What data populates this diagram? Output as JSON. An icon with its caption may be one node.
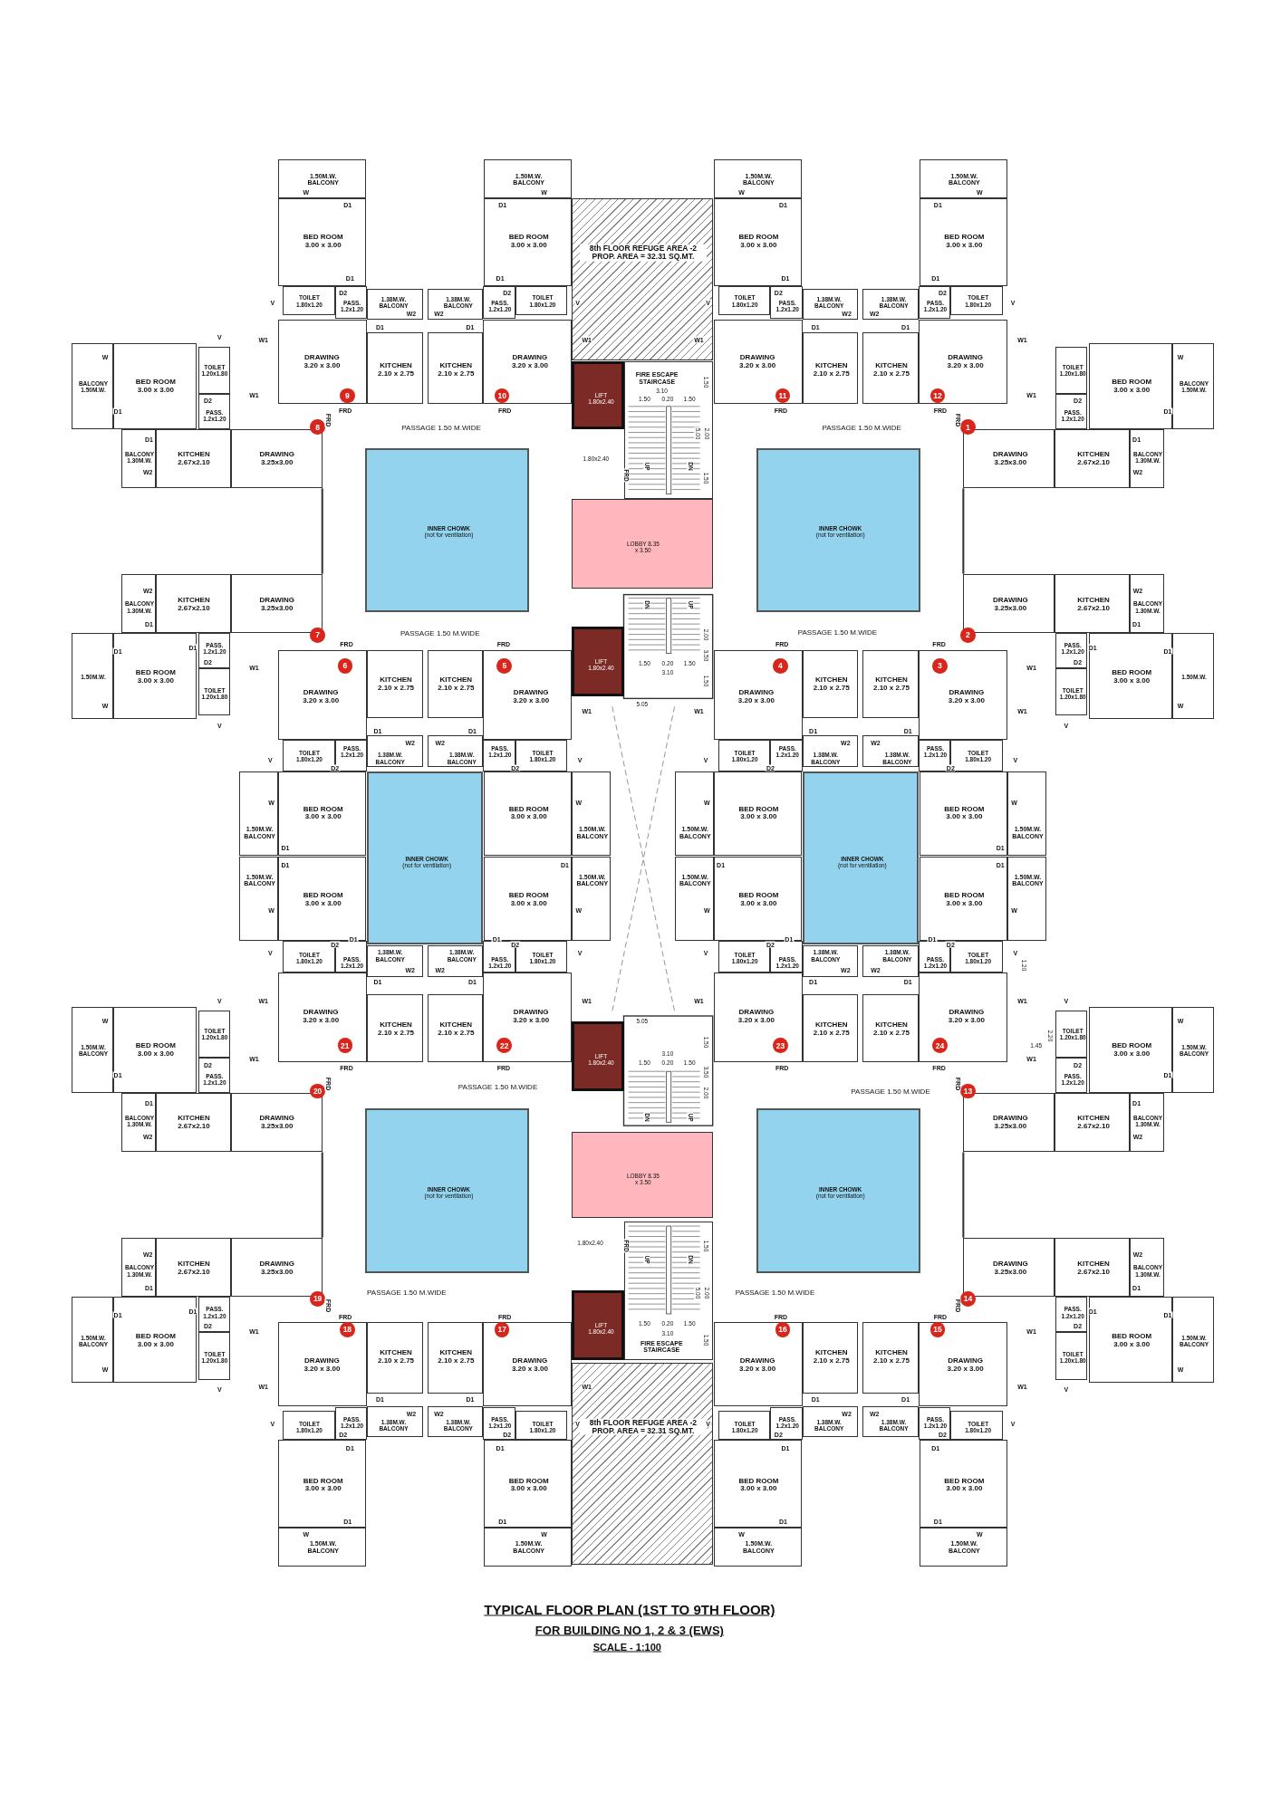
{
  "diagram": {
    "title": "TYPICAL FLOOR PLAN (1ST TO 9TH FLOOR)",
    "nodes": [
      {
        "text": [
          "BALCONY 1.50M.W."
        ]
      },
      {
        "text": [
          "BED ROOM 3.00 x 3.00"
        ]
      },
      {
        "text": [
          "TOILET 1.20x1.80"
        ]
      },
      {
        "text": [
          "PASS. 1.2x1.20"
        ]
      },
      {
        "text": [
          "BALCONY 1.30M.W."
        ]
      },
      {
        "text": [
          "DRAWING 3.25x3.00"
        ]
      },
      {
        "text": [
          "KITCHEN 2.67x2.10"
        ]
      },
      {
        "text": [
          "1"
        ]
      },
      {
        "text": [
          "1.50M.W."
        ]
      },
      {
        "text": [
          "BED ROOM 3.00 x 3.00"
        ]
      },
      {
        "text": [
          "TOILET 1.20x1.80"
        ]
      },
      {
        "text": [
          "PASS. 1.2x1.20"
        ]
      },
      {
        "text": [
          "BALCONY 1.30M.W."
        ]
      },
      {
        "text": [
          "DRAWING 3.25x3.00"
        ]
      },
      {
        "text": [
          "KITCHEN 2.67x2.10"
        ]
      },
      {
        "text": [
          "2"
        ]
      },
      {
        "text": [
          "1.50M.W. BALCONY"
        ]
      },
      {
        "text": [
          "BED ROOM 3.00 x 3.00"
        ]
      },
      {
        "text": [
          "TOILET 1.80x1.20"
        ]
      },
      {
        "text": [
          "PASS. 1.2x1.20"
        ]
      },
      {
        "text": [
          "1.38M.W. BALCONY"
        ]
      },
      {
        "text": [
          "DRAWING 3.20 x 3.00"
        ]
      },
      {
        "text": [
          "KITCHEN 2.10 x 2.75"
        ]
      },
      {
        "text": [
          "3"
        ],
        "in": 21
      },
      {
        "text": [
          "1.50M.W. BALCONY"
        ]
      },
      {
        "text": [
          "BED ROOM 3.00 x 3.00"
        ]
      },
      {
        "text": [
          "TOILET 1.80x1.20"
        ]
      },
      {
        "text": [
          "PASS. 1.2x1.20"
        ]
      },
      {
        "text": [
          "1.38M.W. BALCONY"
        ]
      },
      {
        "text": [
          "DRAWING 3.20 x 3.00"
        ]
      },
      {
        "text": [
          "KITCHEN 2.10 x 2.75"
        ]
      },
      {
        "text": [
          "4"
        ],
        "in": 29
      },
      {
        "text": [
          "1.50M.W. BALCONY"
        ]
      },
      {
        "text": [
          "BED ROOM 3.00 x 3.00"
        ]
      },
      {
        "text": [
          "TOILET 1.80x1.20"
        ]
      },
      {
        "text": [
          "PASS. 1.2x1.20"
        ]
      },
      {
        "text": [
          "1.38M.W. BALCONY"
        ]
      },
      {
        "text": [
          "DRAWING 3.20 x 3.00"
        ]
      },
      {
        "text": [
          "KITCHEN 2.10 x 2.75"
        ]
      },
      {
        "text": [
          "5"
        ],
        "in": 37
      },
      {
        "text": [
          "1.50M.W. BALCONY"
        ]
      },
      {
        "text": [
          "BED ROOM 3.00 x 3.00"
        ]
      },
      {
        "text": [
          "TOILET 1.80x1.20"
        ]
      },
      {
        "text": [
          "PASS. 1.2x1.20"
        ]
      },
      {
        "text": [
          "1.38M.W. BALCONY"
        ]
      },
      {
        "text": [
          "DRAWING 3.20 x 3.00"
        ]
      },
      {
        "text": [
          "KITCHEN 2.10 x 2.75"
        ]
      },
      {
        "text": [
          "6"
        ],
        "in": 45
      },
      {
        "text": [
          "1.50M.W."
        ]
      },
      {
        "text": [
          "BED ROOM 3.00 x 3.00"
        ]
      },
      {
        "text": [
          "TOILET 1.20x1.80"
        ]
      },
      {
        "text": [
          "PASS. 1.2x1.20"
        ]
      },
      {
        "text": [
          "BALCONY 1.30M.W."
        ]
      },
      {
        "text": [
          "DRAWING 3.25x3.00"
        ]
      },
      {
        "text": [
          "KITCHEN 2.67x2.10"
        ]
      },
      {
        "text": [
          "7"
        ]
      },
      {
        "text": [
          "BALCONY 1.50M.W."
        ]
      },
      {
        "text": [
          "BED ROOM 3.00 x 3.00"
        ]
      },
      {
        "text": [
          "TOILET 1.20x1.80"
        ]
      },
      {
        "text": [
          "PASS. 1.2x1.20"
        ]
      },
      {
        "text": [
          "BALCONY 1.30M.W."
        ]
      },
      {
        "text": [
          "DRAWING 3.25x3.00"
        ]
      },
      {
        "text": [
          "KITCHEN 2.67x2.10"
        ]
      },
      {
        "text": [
          "8"
        ]
      },
      {
        "text": [
          "1.50M.W. BALCONY"
        ]
      },
      {
        "text": [
          "BED ROOM 3.00 x 3.00"
        ]
      },
      {
        "text": [
          "TOILET 1.80x1.20"
        ]
      },
      {
        "text": [
          "PASS. 1.2x1.20"
        ]
      },
      {
        "text": [
          "1.38M.W. BALCONY"
        ]
      },
      {
        "text": [
          "DRAWING 3.20 x 3.00"
        ]
      },
      {
        "text": [
          "KITCHEN 2.10 x 2.75"
        ]
      },
      {
        "text": [
          "9"
        ],
        "in": 69
      },
      {
        "text": [
          "1.50M.W. BALCONY"
        ]
      },
      {
        "text": [
          "BED ROOM 3.00 x 3.00"
        ]
      },
      {
        "text": [
          "TOILET 1.80x1.20"
        ]
      },
      {
        "text": [
          "PASS. 1.2x1.20"
        ]
      },
      {
        "text": [
          "1.38M.W. BALCONY"
        ]
      },
      {
        "text": [
          "DRAWING 3.20 x 3.00"
        ]
      },
      {
        "text": [
          "KITCHEN 2.10 x 2.75"
        ]
      },
      {
        "text": [
          "10"
        ],
        "in": 77
      },
      {
        "text": [
          "1.50M.W. BALCONY"
        ]
      },
      {
        "text": [
          "BED ROOM 3.00 x 3.00"
        ]
      },
      {
        "text": [
          "TOILET 1.80x1.20"
        ]
      },
      {
        "text": [
          "PASS. 1.2x1.20"
        ]
      },
      {
        "text": [
          "1.38M.W. BALCONY"
        ]
      },
      {
        "text": [
          "DRAWING 3.20 x 3.00"
        ]
      },
      {
        "text": [
          "KITCHEN 2.10 x 2.75"
        ]
      },
      {
        "text": [
          "11"
        ],
        "in": 85
      },
      {
        "text": [
          "1.50M.W. BALCONY"
        ]
      },
      {
        "text": [
          "BED ROOM 3.00 x 3.00"
        ]
      },
      {
        "text": [
          "TOILET 1.80x1.20"
        ]
      },
      {
        "text": [
          "PASS. 1.2x1.20"
        ]
      },
      {
        "text": [
          "1.38M.W. BALCONY"
        ]
      },
      {
        "text": [
          "DRAWING 3.20 x 3.00"
        ]
      },
      {
        "text": [
          "KITCHEN 2.10 x 2.75"
        ]
      },
      {
        "text": [
          "12"
        ],
        "in": 93
      },
      {
        "text": [
          "1.50M.W. BALCONY"
        ]
      },
      {
        "text": [
          "BED ROOM 3.00 x 3.00"
        ]
      },
      {
        "text": [
          "TOILET 1.20x1.80"
        ]
      },
      {
        "text": [
          "PASS. 1.2x1.20"
        ]
      },
      {
        "text": [
          "BALCONY 1.30M.W."
        ]
      },
      {
        "text": [
          "DRAWING 3.25x3.00"
        ]
      },
      {
        "text": [
          "KITCHEN 2.67x2.10"
        ]
      },
      {
        "text": [
          "13"
        ]
      },
      {
        "text": [
          "1.50M.W. BALCONY"
        ]
      },
      {
        "text": [
          "BED ROOM 3.00 x 3.00"
        ]
      },
      {
        "text": [
          "TOILET 1.20x1.80"
        ]
      },
      {
        "text": [
          "PASS. 1.2x1.20"
        ]
      },
      {
        "text": [
          "BALCONY 1.30M.W."
        ]
      },
      {
        "text": [
          "DRAWING 3.25x3.00"
        ]
      },
      {
        "text": [
          "KITCHEN 2.67x2.10"
        ]
      },
      {
        "text": [
          "14"
        ]
      },
      {
        "text": [
          "1.50M.W. BALCONY"
        ]
      },
      {
        "text": [
          "BED ROOM 3.00 x 3.00"
        ]
      },
      {
        "text": [
          "TOILET 1.80x1.20"
        ]
      },
      {
        "text": [
          "PASS. 1.2x1.20"
        ]
      },
      {
        "text": [
          "1.38M.W. BALCONY"
        ]
      },
      {
        "text": [
          "DRAWING 3.20 x 3.00"
        ]
      },
      {
        "text": [
          "KITCHEN 2.10 x 2.75"
        ]
      },
      {
        "text": [
          "15"
        ],
        "in": 117
      },
      {
        "text": [
          "1.50M.W. BALCONY"
        ]
      },
      {
        "text": [
          "BED ROOM 3.00 x 3.00"
        ]
      },
      {
        "text": [
          "TOILET 1.80x1.20"
        ]
      },
      {
        "text": [
          "PASS. 1.2x1.20"
        ]
      },
      {
        "text": [
          "1.38M.W. BALCONY"
        ]
      },
      {
        "text": [
          "DRAWING 3.20 x 3.00"
        ]
      },
      {
        "text": [
          "KITCHEN 2.10 x 2.75"
        ]
      },
      {
        "text": [
          "16"
        ],
        "in": 125
      },
      {
        "text": [
          "1.50M.W. BALCONY"
        ]
      },
      {
        "text": [
          "BED ROOM 3.00 x 3.00"
        ]
      },
      {
        "text": [
          "TOILET 1.80x1.20"
        ]
      },
      {
        "text": [
          "PASS. 1.2x1.20"
        ]
      },
      {
        "text": [
          "1.38M.W. BALCONY"
        ]
      },
      {
        "text": [
          "DRAWING 3.20 x 3.00"
        ]
      },
      {
        "text": [
          "KITCHEN 2.10 x 2.75"
        ]
      },
      {
        "text": [
          "17"
        ],
        "in": 133
      },
      {
        "text": [
          "1.50M.W. BALCONY"
        ]
      },
      {
        "text": [
          "BED ROOM 3.00 x 3.00"
        ]
      },
      {
        "text": [
          "TOILET 1.80x1.20"
        ]
      },
      {
        "text": [
          "PASS. 1.2x1.20"
        ]
      },
      {
        "text": [
          "1.38M.W. BALCONY"
        ]
      },
      {
        "text": [
          "DRAWING 3.20 x 3.00"
        ]
      },
      {
        "text": [
          "KITCHEN 2.10 x 2.75"
        ]
      },
      {
        "text": [
          "18"
        ],
        "in": 141
      },
      {
        "text": [
          "1.50M.W. BALCONY"
        ]
      },
      {
        "text": [
          "BED ROOM 3.00 x 3.00"
        ]
      },
      {
        "text": [
          "TOILET 1.20x1.80"
        ]
      },
      {
        "text": [
          "PASS. 1.2x1.20"
        ]
      },
      {
        "text": [
          "BALCONY 1.30M.W."
        ]
      },
      {
        "text": [
          "DRAWING 3.25x3.00"
        ]
      },
      {
        "text": [
          "KITCHEN 2.67x2.10"
        ]
      },
      {
        "text": [
          "19"
        ]
      },
      {
        "text": [
          "1.50M.W. BALCONY"
        ]
      },
      {
        "text": [
          "BED ROOM 3.00 x 3.00"
        ]
      },
      {
        "text": [
          "TOILET 1.20x1.80"
        ]
      },
      {
        "text": [
          "PASS. 1.2x1.20"
        ]
      },
      {
        "text": [
          "BALCONY 1.30M.W."
        ]
      },
      {
        "text": [
          "DRAWING 3.25x3.00"
        ]
      },
      {
        "text": [
          "KITCHEN 2.67x2.10"
        ]
      },
      {
        "text": [
          "20"
        ]
      },
      {
        "text": [
          "1.50M.W. BALCONY"
        ]
      },
      {
        "text": [
          "BED ROOM 3.00 x 3.00"
        ]
      },
      {
        "text": [
          "TOILET 1.80x1.20"
        ]
      },
      {
        "text": [
          "PASS. 1.2x1.20"
        ]
      },
      {
        "text": [
          "1.38M.W. BALCONY"
        ]
      },
      {
        "text": [
          "DRAWING 3.20 x 3.00"
        ]
      },
      {
        "text": [
          "KITCHEN 2.10 x 2.75"
        ]
      },
      {
        "text": [
          "21"
        ],
        "in": 165
      },
      {
        "text": [
          "1.50M.W. BALCONY"
        ]
      },
      {
        "text": [
          "BED ROOM 3.00 x 3.00"
        ]
      },
      {
        "text": [
          "TOILET 1.80x1.20"
        ]
      },
      {
        "text": [
          "PASS. 1.2x1.20"
        ]
      },
      {
        "text": [
          "1.38M.W. BALCONY"
        ]
      },
      {
        "text": [
          "DRAWING 3.20 x 3.00"
        ]
      },
      {
        "text": [
          "KITCHEN 2.10 x 2.75"
        ]
      },
      {
        "text": [
          "22"
        ],
        "in": 173
      },
      {
        "text": [
          "1.50M.W. BALCONY"
        ]
      },
      {
        "text": [
          "BED ROOM 3.00 x 3.00"
        ]
      },
      {
        "text": [
          "TOILET 1.80x1.20"
        ]
      },
      {
        "text": [
          "PASS. 1.2x1.20"
        ]
      },
      {
        "text": [
          "1.38M.W. BALCONY"
        ]
      },
      {
        "text": [
          "DRAWING 3.20 x 3.00"
        ]
      },
      {
        "text": [
          "KITCHEN 2.10 x 2.75"
        ]
      },
      {
        "text": [
          "23"
        ],
        "in": 181
      },
      {
        "text": [
          "1.50M.W. BALCONY"
        ]
      },
      {
        "text": [
          "BED ROOM 3.00 x 3.00"
        ]
      },
      {
        "text": [
          "TOILET 1.80x1.20"
        ]
      },
      {
        "text": [
          "PASS. 1.2x1.20"
        ]
      },
      {
        "text": [
          "1.38M.W. BALCONY"
        ]
      },
      {
        "text": [
          "DRAWING 3.20 x 3.00"
        ]
      },
      {
        "text": [
          "KITCHEN 2.10 x 2.75"
        ]
      },
      {
        "text": [
          "24"
        ],
        "in": 189
      },
      {
        "text": [
          "8th FLOOR REFUGE AREA -2 PROP. AREA = 32.31 SQ.MT."
        ]
      },
      {
        "text": [
          "LIFT 1.80x2.40"
        ]
      },
      {
        "text": [
          "FIRE ESCAPE STAIRCASE"
        ]
      },
      {
        "text": [
          "LOBBY 8.35 x 3.50"
        ]
      },
      {
        "text": [
          "LIFT 1.80x2.40"
        ]
      },
      {
        "text": [
          "INNER CHOWK",
          "(not for ventilation)"
        ]
      },
      {
        "text": [
          "INNER CHOWK",
          "(not for ventilation)"
        ]
      },
      {
        "text": [
          "INNER CHOWK",
          "(not for ventilation)"
        ]
      },
      {
        "text": [
          "INNER CHOWK",
          "(not for ventilation)"
        ]
      },
      {
        "text": [
          "LIFT 1.80x2.40"
        ]
      },
      {
        "text": [
          "INNER CHOWK",
          "(not for ventilation)"
        ]
      },
      {
        "text": [
          "INNER CHOWK",
          "(not for ventilation)"
        ]
      },
      {
        "text": [
          "LOBBY 8.35 x 3.50"
        ]
      },
      {
        "text": [
          "LIFT 1.80x2.40"
        ]
      },
      {
        "text": [
          "FIRE ESCAPE STAIRCASE"
        ]
      },
      {
        "text": [
          "8th FLOOR REFUGE AREA -2 PROP. AREA = 32.31 SQ.MT."
        ]
      }
    ],
    "labels": [
      "W",
      "D1",
      "D2",
      "W1",
      "D1",
      "W2",
      "FRD",
      "W",
      "D1",
      "D1",
      "V",
      "D2",
      "W1",
      "D1",
      "W2",
      "W",
      "D1",
      "D2",
      "V",
      "W2",
      "D1",
      "W1",
      "FRD",
      "W",
      "D2",
      "V",
      "W2",
      "D1",
      "W1",
      "FRD",
      "W",
      "D2",
      "V",
      "W2",
      "D1",
      "W1",
      "FRD",
      "W",
      "D1",
      "D2",
      "V",
      "W2",
      "D1",
      "FRD",
      "W",
      "D1",
      "D1",
      "V",
      "D2",
      "W1",
      "D1",
      "W2",
      "W",
      "D1",
      "V",
      "D2",
      "W1",
      "D1",
      "W2",
      "FRD",
      "W",
      "D1",
      "D1",
      "D2",
      "V",
      "W2",
      "D1",
      "W1",
      "FRD",
      "W",
      "D1",
      "D1",
      "D2",
      "V",
      "W2",
      "D1",
      "W1",
      "FRD",
      "W",
      "D1",
      "D1",
      "D2",
      "V",
      "W2",
      "D1",
      "W1",
      "FRD",
      "W",
      "D1",
      "D1",
      "D2",
      "V",
      "W2",
      "D1",
      "W1",
      "FRD",
      "W",
      "D1",
      "V",
      "D2",
      "W1",
      "D1",
      "W2",
      "FRD",
      "W",
      "D1",
      "D1",
      "V",
      "D2",
      "W1",
      "D1",
      "W2",
      "FRD",
      "W",
      "D1",
      "D1",
      "D2",
      "V",
      "W2",
      "D1",
      "W1",
      "FRD",
      "W",
      "D1",
      "D1",
      "D2",
      "V",
      "W2",
      "D1",
      "FRD",
      "W",
      "D1",
      "D1",
      "D2",
      "V",
      "W2",
      "D1",
      "W1",
      "FRD",
      "W",
      "D1",
      "D1",
      "D2",
      "V",
      "W2",
      "D1",
      "W1",
      "FRD",
      "W",
      "D1",
      "D1",
      "V",
      "D2",
      "W1",
      "D1",
      "W2",
      "FRD",
      "W",
      "D1",
      "V",
      "D2",
      "W1",
      "D1",
      "W2",
      "FRD",
      "W",
      "D1",
      "D1",
      "D2",
      "V",
      "W2",
      "D1",
      "W1",
      "FRD",
      "W",
      "D1",
      "D1",
      "D2",
      "V",
      "W2",
      "D1",
      "W1",
      "FRD",
      "W",
      "D1",
      "D1",
      "D2",
      "V",
      "W2",
      "D1",
      "W1",
      "FRD",
      "W",
      "D1",
      "D1",
      "D2",
      "V",
      "W2",
      "D1",
      "W1",
      "FRD",
      "PASSAGE 1.50 M.WIDE",
      "PASSAGE 1.50 M.WIDE",
      "PASSAGE 1.50 M.WIDE",
      "PASSAGE 1.50 M.WIDE",
      "PASSAGE 1.50 M.WIDE",
      "PASSAGE 1.50 M.WIDE",
      "PASSAGE 1.50 M.WIDE",
      "PASSAGE 1.50 M.WIDE",
      "1.80x2.40",
      "FRD",
      "UP",
      "DN",
      "3.10",
      "1.50",
      "0.20",
      "1.50",
      "1.50",
      "5.00",
      "2.00",
      "1.50",
      "DN",
      "UP",
      "2.00",
      "3.50",
      "1.50",
      "0.20",
      "1.50",
      "3.10",
      "1.50",
      "5.05",
      "5.05",
      "3.10",
      "1.50",
      "0.20",
      "1.50",
      "1.50",
      "3.50",
      "2.00",
      "DN",
      "UP",
      "1.80x2.40",
      "FRD",
      "UP",
      "DN",
      "1.50",
      "5.00",
      "2.00",
      "1.50",
      "0.20",
      "1.50",
      "3.10",
      "1.50",
      "1.20",
      "2.20",
      "1.45",
      "FOR BUILDING NO 1, 2 & 3 (EWS)",
      "SCALE - 1:100"
    ]
  }
}
